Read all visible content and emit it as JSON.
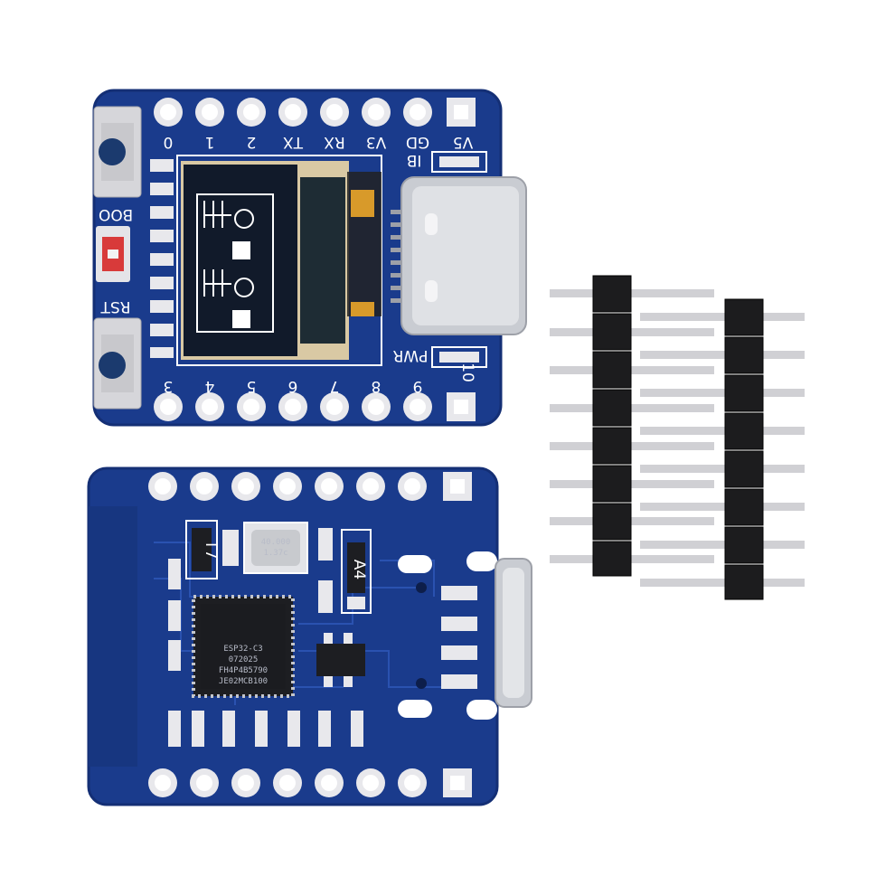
{
  "top_board": {
    "top_pin_labels": [
      "0",
      "1",
      "2",
      "TX",
      "RX",
      "V3",
      "GD",
      "V5"
    ],
    "bottom_pin_labels": [
      "3",
      "4",
      "5",
      "6",
      "7",
      "8",
      "9",
      "10"
    ],
    "button_labels": {
      "boot": "BOO",
      "reset": "RST"
    },
    "side_labels": {
      "ib": "IB",
      "power": "PWR"
    }
  },
  "bottom_board": {
    "chip_text": [
      "ESP32-C3",
      "072025",
      "FH4P4B5790",
      "JE02MCB100"
    ],
    "crystal_text": [
      "40.000",
      "1.37c"
    ],
    "component_marks": [
      "T7",
      "A4"
    ]
  },
  "colors": {
    "pcb_blue": "#1a3b8c",
    "pcb_edge": "#142f75",
    "silkscreen": "#ffffff",
    "pad_silver": "#e8e8ec",
    "usb_metal": "#c9ccd2",
    "header_black": "#1c1c1e",
    "oled_dark": "#111a2a",
    "reset_button_red": "#d83a3a"
  }
}
